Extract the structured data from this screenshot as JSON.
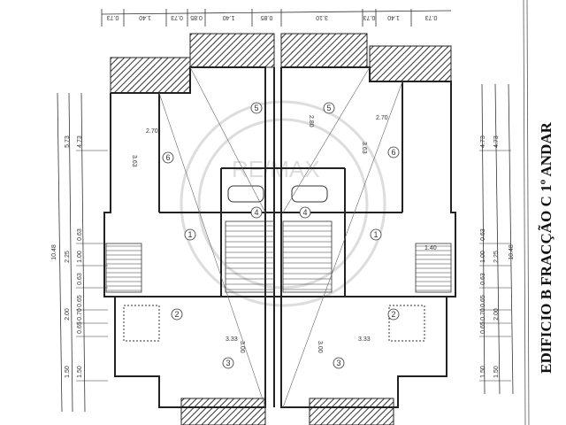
{
  "title": "EDIFICIO B FRACÇÃO C 1º ANDAR",
  "watermark": "RE/MAX",
  "top_dimensions": [
    "0.73",
    "1.40",
    "0.73",
    "0.85",
    "1.40",
    "0.85",
    "3.10",
    "0.73",
    "1.40",
    "0.73"
  ],
  "left_dimensions": {
    "outer": "10.48",
    "middle": [
      "5.73",
      "2.25",
      "2.00",
      "1.50"
    ],
    "inner": [
      "4.73",
      "0.63",
      "1.00",
      "0.63",
      "0.65",
      "0.70",
      "0.65",
      "1.50"
    ]
  },
  "right_dimensions": {
    "outer": "10.48",
    "middle": [
      "4.73",
      "2.25",
      "2.00",
      "1.50"
    ],
    "inner": [
      "4.73",
      "0.63",
      "1.00",
      "0.63",
      "0.65",
      "0.70",
      "0.65",
      "1.50"
    ]
  },
  "rooms": [
    "1",
    "2",
    "3",
    "4",
    "5",
    "6"
  ],
  "interior_dimensions": [
    "3.63",
    "2.70",
    "2.80",
    "3.33",
    "3.00",
    "1.40"
  ]
}
